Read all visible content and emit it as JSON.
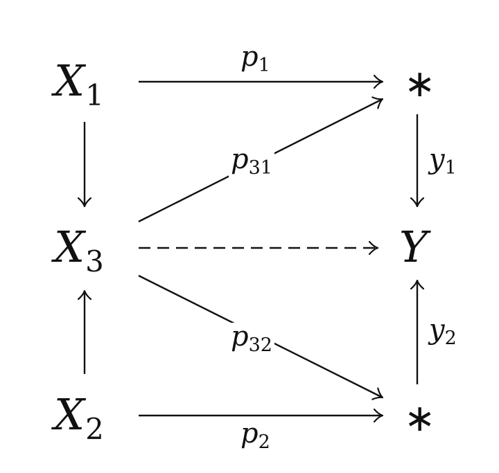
{
  "nodes": {
    "x1": {
      "base": "X",
      "sub": "1"
    },
    "x2": {
      "base": "X",
      "sub": "2"
    },
    "x3": {
      "base": "X",
      "sub": "3"
    },
    "y": {
      "base": "Y"
    },
    "star_top": "∗",
    "star_bottom": "∗"
  },
  "labels": {
    "p1": {
      "base": "p",
      "sub": "1"
    },
    "p2": {
      "base": "p",
      "sub": "2"
    },
    "p31": {
      "base": "p",
      "sub": "31"
    },
    "p32": {
      "base": "p",
      "sub": "32"
    },
    "y1": {
      "base": "y",
      "sub": "1"
    },
    "y2": {
      "base": "y",
      "sub": "2"
    }
  },
  "edges": [
    {
      "from": "X1",
      "to": "top-star",
      "label": "p1",
      "style": "solid"
    },
    {
      "from": "X2",
      "to": "bottom-star",
      "label": "p2",
      "style": "solid"
    },
    {
      "from": "X1",
      "to": "X3",
      "style": "solid"
    },
    {
      "from": "X2",
      "to": "X3",
      "style": "solid"
    },
    {
      "from": "X3",
      "to": "top-star",
      "label": "p31",
      "style": "solid"
    },
    {
      "from": "X3",
      "to": "bottom-star",
      "label": "p32",
      "style": "solid"
    },
    {
      "from": "X3",
      "to": "Y",
      "style": "dashed"
    },
    {
      "from": "top-star",
      "to": "Y",
      "label": "y1",
      "style": "solid"
    },
    {
      "from": "bottom-star",
      "to": "Y",
      "label": "y2",
      "style": "solid"
    }
  ]
}
